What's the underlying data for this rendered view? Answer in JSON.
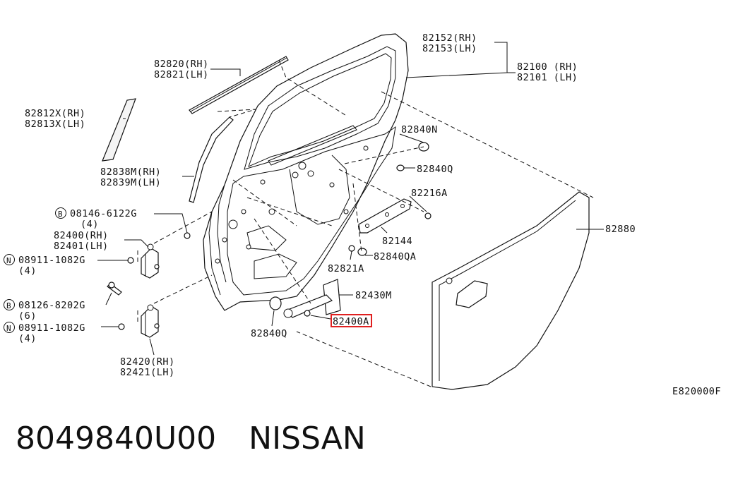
{
  "labels": {
    "p82152": "82152(RH)",
    "p82153": "82153(LH)",
    "p82100": "82100 (RH)",
    "p82101": "82101 (LH)",
    "p82820": "82820(RH)",
    "p82821": "82821(LH)",
    "p82812x": "82812X(RH)",
    "p82813x": "82813X(LH)",
    "p82838m": "82838M(RH)",
    "p82839m": "82839M(LH)",
    "b08146": "08146-6122G",
    "b08146_qty": "(4)",
    "p82400": "82400(RH)",
    "p82401": "82401(LH)",
    "n08911a": "08911-1082G",
    "n08911a_qty": "(4)",
    "b08126": "08126-8202G",
    "b08126_qty": "(6)",
    "n08911b": "08911-1082G",
    "n08911b_qty": "(4)",
    "p82420": "82420(RH)",
    "p82421": "82421(LH)",
    "p82840n": "82840N",
    "p82840q_a": "82840Q",
    "p82216a": "82216A",
    "p82144": "82144",
    "p82840qa": "82840QA",
    "p82821a": "82821A",
    "p82880": "82880",
    "p82430m": "82430M",
    "p82400a": "82400A",
    "p82840q_b": "82840Q",
    "diagram_code": "E820000F",
    "badge_b": "B",
    "badge_n": "N"
  },
  "caption": {
    "part_number": "8049840U00",
    "brand": "NISSAN"
  },
  "colors": {
    "line": "#111111",
    "highlight": "#e02020"
  }
}
